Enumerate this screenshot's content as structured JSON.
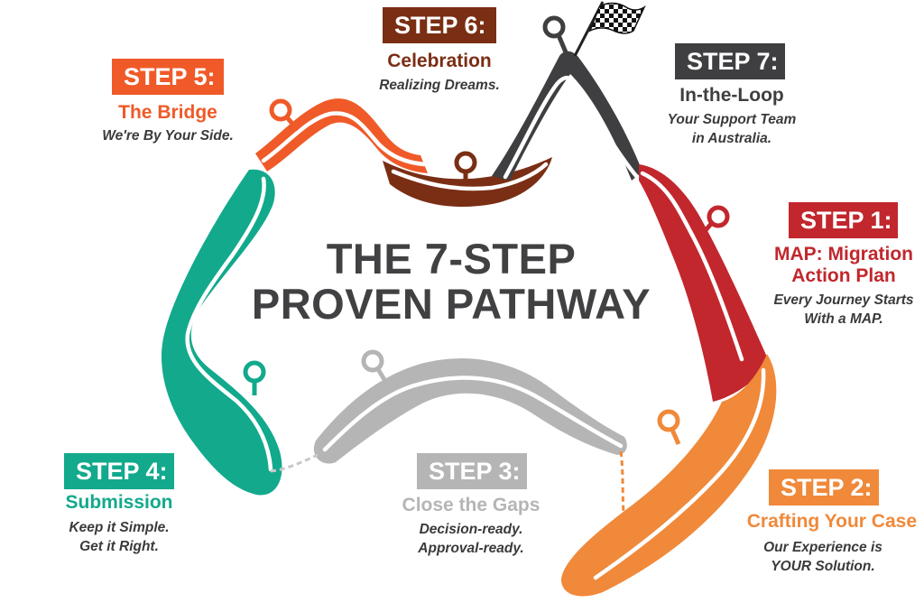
{
  "title": {
    "line1": "THE 7-STEP",
    "line2": "PROVEN PATHWAY"
  },
  "colors": {
    "step1": "#c1272d",
    "step2": "#f0893a",
    "step3": "#b5b5b5",
    "step4": "#12a98c",
    "step5": "#ef5a28",
    "step6": "#7a2e14",
    "step7": "#3f3f41"
  },
  "steps": [
    {
      "badge": "STEP 1:",
      "title": "MAP: Migration",
      "title2": "Action Plan",
      "sub": [
        "Every Journey Starts",
        "With a MAP."
      ]
    },
    {
      "badge": "STEP 2:",
      "title": "Crafting Your Case",
      "sub": [
        "Our Experience is",
        "YOUR Solution."
      ]
    },
    {
      "badge": "STEP 3:",
      "title": "Close the Gaps",
      "sub": [
        "Decision-ready.",
        "Approval-ready."
      ]
    },
    {
      "badge": "STEP 4:",
      "title": "Submission",
      "sub": [
        "Keep it Simple.",
        "Get it Right."
      ]
    },
    {
      "badge": "STEP 5:",
      "title": "The Bridge",
      "sub": [
        "We're By Your Side."
      ]
    },
    {
      "badge": "STEP 6:",
      "title": "Celebration",
      "sub": [
        "Realizing Dreams."
      ]
    },
    {
      "badge": "STEP 7:",
      "title": "In-the-Loop",
      "sub": [
        "Your Support Team",
        "in Australia."
      ]
    }
  ],
  "icons": [
    "location-pin-icon",
    "checkered-flag-icon"
  ]
}
